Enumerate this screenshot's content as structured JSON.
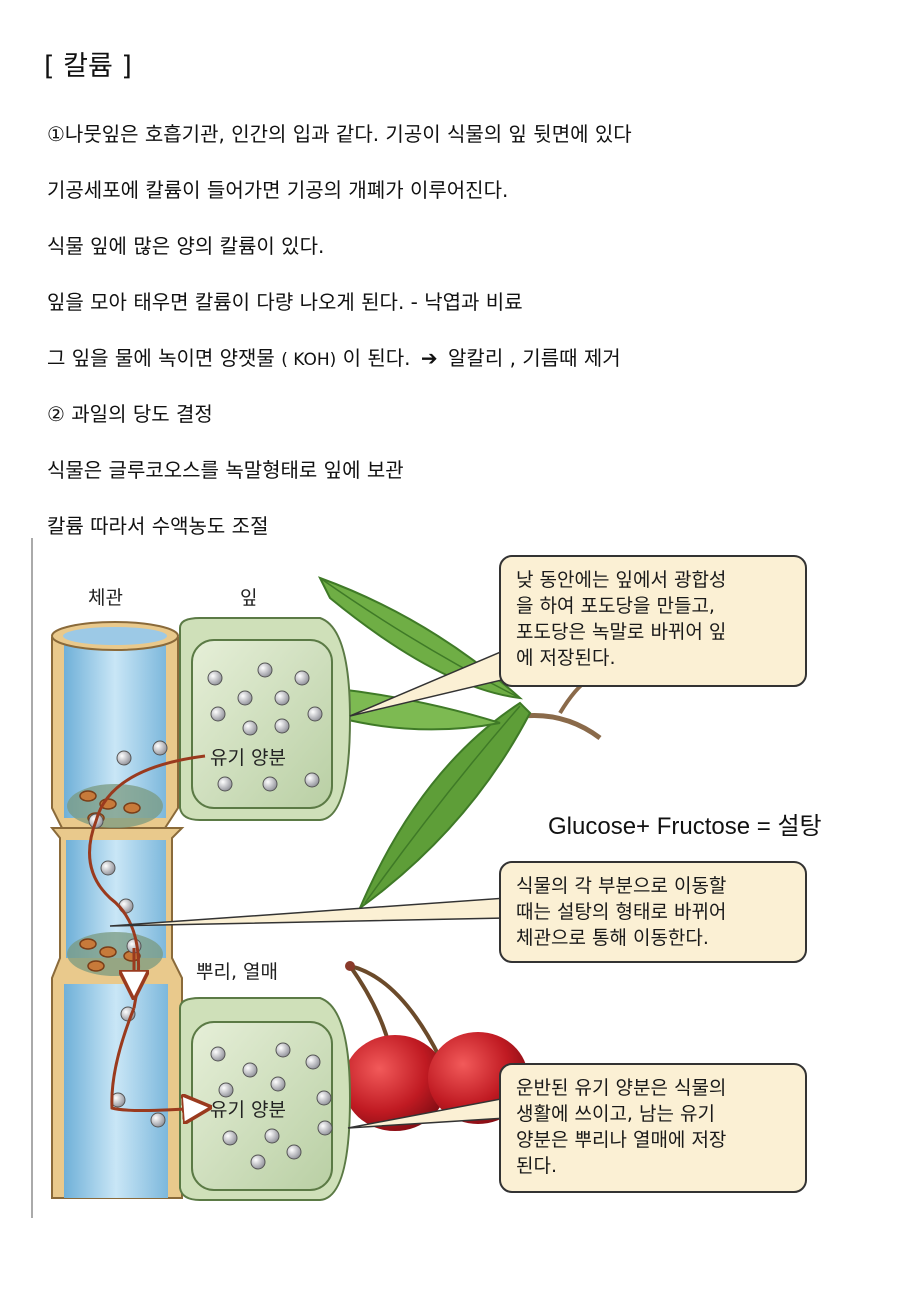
{
  "heading": "[ 칼륨 ]",
  "lines": [
    "①나뭇잎은 호흡기관, 인간의 입과 같다. 기공이 식물의 잎 뒷면에 있다",
    "기공세포에 칼륨이 들어가면 기공의 개폐가 이루어진다.",
    "식물 잎에 많은 양의 칼륨이 있다.",
    "잎을 모아 태우면 칼륨이 다량 나오게 된다. -  낙엽과 비료",
    "그 잎을 물에 녹이면 양잿물",
    "( KOH)",
    "이 된다.",
    "알칼리 , 기름때 제거",
    "② 과일의 당도 결정",
    "식물은 글루코오스를 녹말형태로 잎에 보관",
    "칼륨 따라서 수액농도 조절"
  ],
  "figure": {
    "label_phloem": "체관",
    "label_leaf": "잎",
    "label_root_fruit": "뿌리, 열매",
    "label_organic_top": "유기 양분",
    "label_organic_bottom": "유기 양분",
    "callout1": [
      "낮 동안에는 잎에서 광합성",
      "을 하여 포도당을 만들고,",
      "포도당은 녹말로 바뀌어 잎",
      "에 저장된다."
    ],
    "callout2": [
      "식물의 각 부분으로 이동할",
      "때는 설탕의 형태로 바뀌어",
      "체관으로 통해 이동한다."
    ],
    "callout3": [
      "운반된 유기 양분은 식물의",
      "생활에 쓰이고, 남는 유기",
      "양분은 뿌리나 열매에 저장",
      "된다."
    ],
    "formula": "Glucose+ Fructose = 설탕"
  },
  "colors": {
    "tube_blue": "#a9d3ec",
    "wall_tan": "#e9c98c",
    "callout_fill": "#fbf0d4",
    "arrow": "#9a3a1e",
    "leaf": "#5f9e3c",
    "cherry": "#c01a22"
  }
}
